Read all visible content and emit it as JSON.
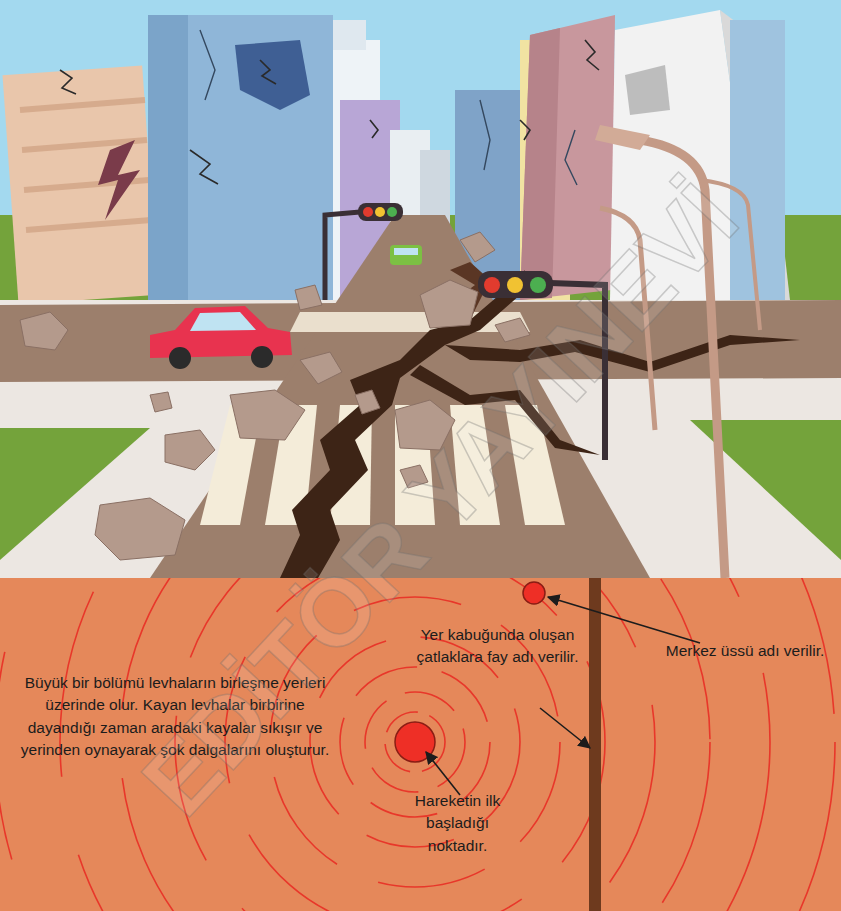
{
  "diagram": {
    "labels": [
      "Büyük bir bölümü levhaların birleşme yerleri üzerinde olur. Kayan levhalar birbirine dayandığı zaman aradaki kayalar sıkışır ve yerinden oynayarak şok dalgalarını oluşturur.",
      "Yer kabuğunda oluşan çatlaklara fay adı verilir.",
      "Merkez üssü adı verilir.",
      "Hareketin ilk başladığı noktadır.",
      "EDİTÖR YAYINEVİ"
    ]
  }
}
